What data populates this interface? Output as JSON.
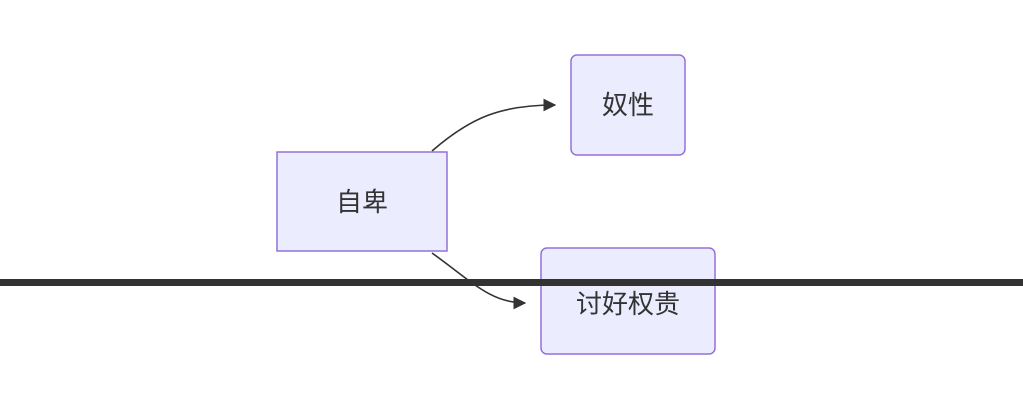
{
  "diagram": {
    "type": "flowchart",
    "direction": "LR",
    "nodes": [
      {
        "id": "A",
        "label": "自卑",
        "shape": "rect"
      },
      {
        "id": "B",
        "label": "奴性",
        "shape": "round-rect"
      },
      {
        "id": "C",
        "label": "讨好权贵",
        "shape": "round-rect"
      }
    ],
    "edges": [
      {
        "from": "A",
        "to": "B"
      },
      {
        "from": "A",
        "to": "C"
      }
    ],
    "colors": {
      "node_fill": "#ECECFF",
      "node_stroke": "#9370DB",
      "edge": "#333333",
      "text": "#333333",
      "overlay_bar": "#333333"
    }
  }
}
